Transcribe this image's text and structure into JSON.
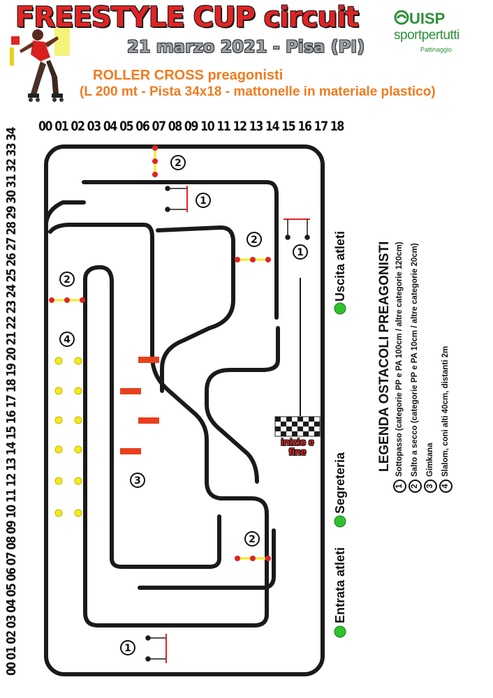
{
  "header": {
    "title": "FREESTYLE CUP circuit",
    "date": "21 marzo 2021 - Pisa (PI)"
  },
  "organizer": {
    "name": "UISP",
    "slogan": "sportpertutti",
    "section": "Pattinaggio",
    "color": "#2f8f3a"
  },
  "race": {
    "title": "ROLLER CROSS preagonisti",
    "subtitle": "(L 200 mt - Pista 34x18 - mattonelle in materiale plastico)",
    "color": "#f07b1e"
  },
  "grid": {
    "x_labels": "00 01 02 03 04 05 06 07 08 09 10 11 12 13 14 15 16 17 18",
    "y_labels": "00 01 02 03 04 05 06 07 08 09 10 11 12 13 14 15 16 17 18 19 20 21 22 23 24 25 26 27 28 29 30 31 32 33 34"
  },
  "markers": {
    "start_finish": "inizio e fine",
    "exit": "Uscita atleti",
    "office": "Segreteria",
    "entrance": "Entrata atleti",
    "marker_color": "#2fc22f"
  },
  "obstacle_numbers": [
    "1",
    "2",
    "3",
    "4"
  ],
  "legend": {
    "title": "LEGENDA OSTACOLI PREAGONISTI",
    "items": [
      {
        "num": "1",
        "text": "Sottopasso (categorie PP e PA 100cm / altre categorie 120cm)"
      },
      {
        "num": "2",
        "text": "Salto a secco (categorie PP e PA 10cm / altre categorie 20cm)"
      },
      {
        "num": "3",
        "text": "Gimkana"
      },
      {
        "num": "4",
        "text": "Slalom, coni alti 40cm, distanti 2m"
      }
    ]
  },
  "colors": {
    "title_red": "#e02424",
    "jump_red": "#e02424",
    "gimkana_orange": "#e8401c",
    "cone_yellow": "#f3ea1c"
  }
}
